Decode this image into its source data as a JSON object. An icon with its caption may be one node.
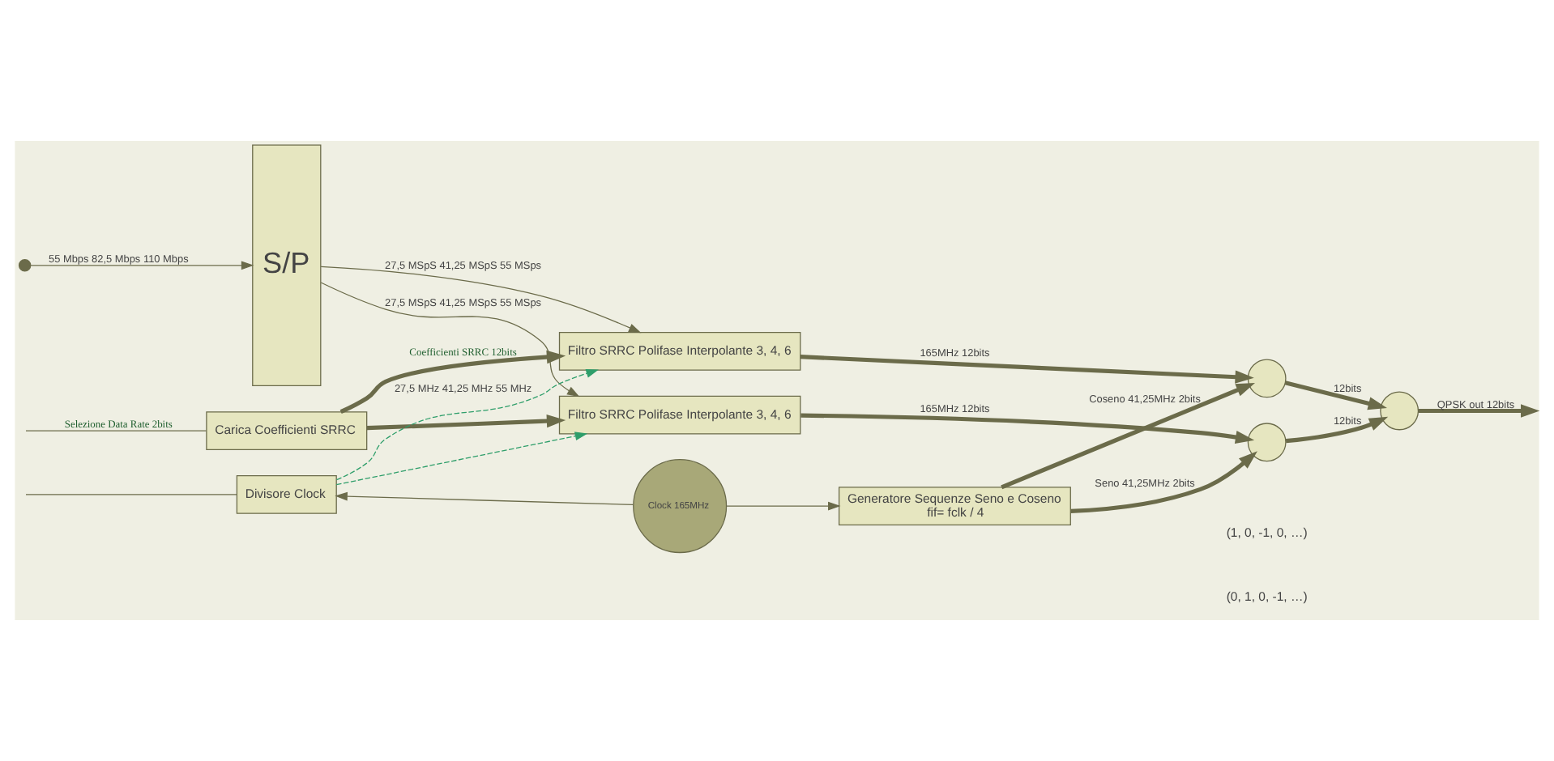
{
  "diagram": {
    "nodes": [
      {
        "text": [],
        "shape": "circle"
      },
      {
        "text": [
          "S/P"
        ]
      },
      {
        "text": [
          "Filtro SRRC Polifase Interpolante 3, 4, 6"
        ]
      },
      {
        "text": [
          "Carica Coefficienti SRRC"
        ]
      },
      {
        "text": [
          "Divisore Clock"
        ]
      },
      {
        "text": [
          "Clock 165MHz"
        ]
      },
      {
        "text": [
          "Generatore Sequenze Seno e Coseno",
          "fif= fclk / 4"
        ]
      },
      {
        "text": [
          "Filtro SRRC Polifase Interpolante 3, 4, 6"
        ]
      },
      {
        "text": [],
        "shape": "circle"
      },
      {
        "text": [],
        "shape": "circle"
      },
      {
        "text": [],
        "shape": "circle"
      }
    ],
    "edges": [
      {
        "from": 0,
        "to": 1,
        "arrow": "to",
        "label": "55 Mbps 82,5 Mbps 110 Mbps"
      },
      {
        "from": 1,
        "to": 2,
        "arrow": "to",
        "label": "27,5 MSpS 41,25 MSpS 55 MSps"
      },
      {
        "from": 1,
        "to": 7,
        "arrow": "to",
        "label": "27,5 MSpS 41,25 MSpS 55 MSps"
      },
      {
        "from": 3,
        "to": 2,
        "arrow": "to",
        "style": "thick",
        "label": "Coefficienti SRRC 12bits"
      },
      {
        "from": 3,
        "to": 7,
        "arrow": "to",
        "style": "thick"
      },
      {
        "from": 4,
        "to": 2,
        "arrow": "to",
        "style": "dashed",
        "color": "#2e9e6a",
        "label": "27,5 MHz 41,25 MHz 55 MHz"
      },
      {
        "from": 4,
        "to": 7,
        "arrow": "to",
        "style": "dashed",
        "color": "#2e9e6a"
      },
      {
        "from": null,
        "to": 3,
        "arrow": "none",
        "label": "Selezione Data Rate 2bits"
      },
      {
        "from": null,
        "to": 4,
        "arrow": "none"
      },
      {
        "from": 5,
        "to": 4,
        "arrow": "to"
      },
      {
        "from": 5,
        "to": 6,
        "arrow": "to"
      },
      {
        "from": 2,
        "to": 8,
        "arrow": "to",
        "style": "thick",
        "label": "165MHz 12bits"
      },
      {
        "from": 7,
        "to": 9,
        "arrow": "to",
        "style": "thick",
        "label": "165MHz 12bits"
      },
      {
        "from": 6,
        "to": 8,
        "arrow": "to",
        "style": "thick",
        "label": "Coseno 41,25MHz 2bits"
      },
      {
        "from": 6,
        "to": 9,
        "arrow": "to",
        "style": "thick",
        "label": "Seno 41,25MHz 2bits"
      },
      {
        "from": 8,
        "to": 10,
        "arrow": "to",
        "style": "thick",
        "label": "12bits"
      },
      {
        "from": 9,
        "to": 10,
        "arrow": "to",
        "style": "thick",
        "label": "12bits"
      },
      {
        "from": 10,
        "to": null,
        "arrow": "to",
        "style": "thick",
        "label": "QPSK out 12bits"
      }
    ],
    "labels": [
      "(1, 0, -1, 0, …)",
      "(0, 1, 0, -1, …)"
    ]
  }
}
